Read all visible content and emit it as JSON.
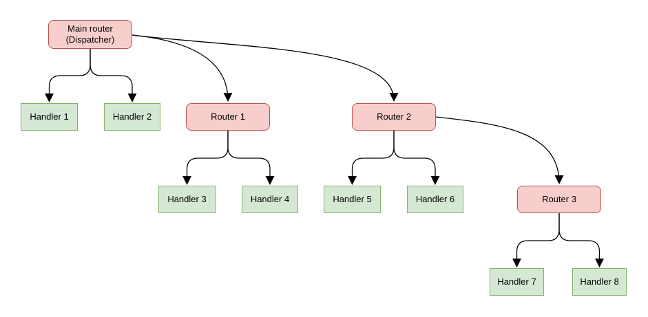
{
  "diagram": {
    "background": "#ffffff",
    "colors": {
      "router-fill": "#f8cecc",
      "router-stroke": "#b85450",
      "handler-fill": "#d5e8d4",
      "handler-stroke": "#82b366",
      "edge": "#000000",
      "text": "#000000"
    },
    "nodes": {
      "main": {
        "label": "Main router (Dispatcher)",
        "lines": [
          "Main router",
          "(Dispatcher)"
        ],
        "type": "router"
      },
      "handler1": {
        "label": "Handler 1",
        "type": "handler"
      },
      "handler2": {
        "label": "Handler 2",
        "type": "handler"
      },
      "router1": {
        "label": "Router 1",
        "type": "router"
      },
      "router2": {
        "label": "Router 2",
        "type": "router"
      },
      "handler3": {
        "label": "Handler 3",
        "type": "handler"
      },
      "handler4": {
        "label": "Handler 4",
        "type": "handler"
      },
      "handler5": {
        "label": "Handler 5",
        "type": "handler"
      },
      "handler6": {
        "label": "Handler 6",
        "type": "handler"
      },
      "router3": {
        "label": "Router 3",
        "type": "router"
      },
      "handler7": {
        "label": "Handler 7",
        "type": "handler"
      },
      "handler8": {
        "label": "Handler 8",
        "type": "handler"
      }
    },
    "edges": [
      {
        "from": "main",
        "to": "handler1"
      },
      {
        "from": "main",
        "to": "handler2"
      },
      {
        "from": "main",
        "to": "router1"
      },
      {
        "from": "main",
        "to": "router2"
      },
      {
        "from": "router1",
        "to": "handler3"
      },
      {
        "from": "router1",
        "to": "handler4"
      },
      {
        "from": "router2",
        "to": "handler5"
      },
      {
        "from": "router2",
        "to": "handler6"
      },
      {
        "from": "router2",
        "to": "router3"
      },
      {
        "from": "router3",
        "to": "handler7"
      },
      {
        "from": "router3",
        "to": "handler8"
      }
    ]
  }
}
